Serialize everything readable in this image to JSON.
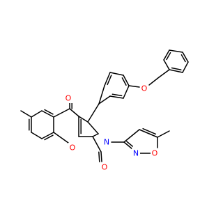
{
  "molecule": {
    "colors": {
      "bond": "#000000",
      "O": "#ff0000",
      "N": "#0000ff"
    },
    "atoms": [
      {
        "id": "o-carbonyl-top",
        "el": "O"
      },
      {
        "id": "o-carbonyl-bottom",
        "el": "O"
      },
      {
        "id": "o-chromene",
        "el": "O"
      },
      {
        "id": "n-pyrrole",
        "el": "N"
      },
      {
        "id": "n-isoxazole",
        "el": "N"
      },
      {
        "id": "o-isoxazole",
        "el": "O"
      },
      {
        "id": "o-ether",
        "el": "O"
      }
    ]
  }
}
